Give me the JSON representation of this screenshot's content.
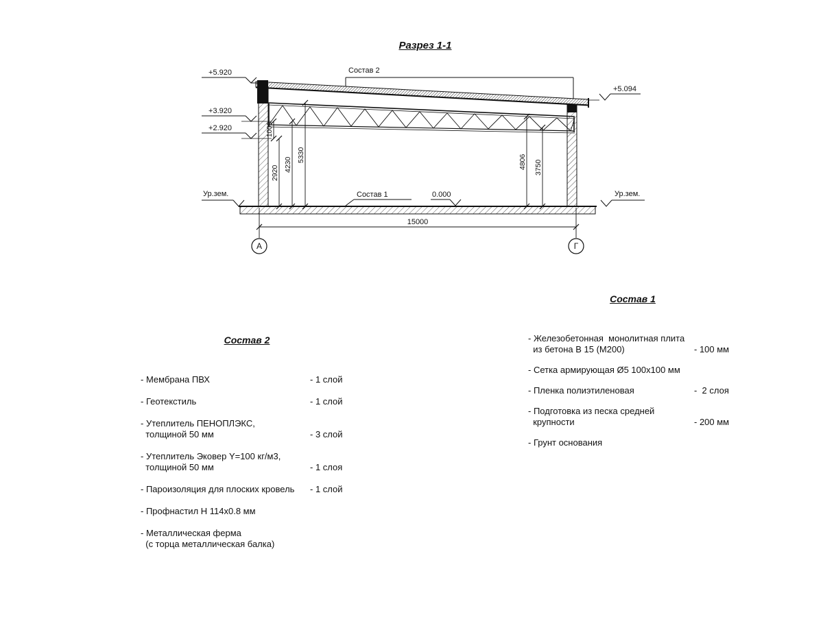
{
  "drawing": {
    "title": "Разрез 1-1",
    "callout_roof": "Состав 2",
    "callout_floor": "Состав 1",
    "elev_left_top": "+5.920",
    "elev_left_mid": "+3.920",
    "elev_left_low": "+2.920",
    "elev_right_top": "+5.094",
    "elev_zero": "0.000",
    "ground_left": "Ур.зем.",
    "ground_right": "Ур.зем.",
    "dim_1000": "1000",
    "dim_2920": "2920",
    "dim_4230": "4230",
    "dim_5330": "5330",
    "dim_4806": "4806",
    "dim_3750": "3750",
    "dim_span": "15000",
    "axis_left": "А",
    "axis_right": "Г"
  },
  "sostav2": {
    "title": "Состав 2",
    "items": [
      {
        "name": "- Мембрана ПВХ",
        "qty": "- 1 слой"
      },
      {
        "name": "- Геотекстиль",
        "qty": "- 1 слой"
      },
      {
        "name": "- Утеплитель ПЕНОПЛЭКС,\n  толщиной 50 мм",
        "qty": "- 3 слой"
      },
      {
        "name": "- Утеплитель Эковер Y=100 кг/м3,\n  толщиной 50 мм",
        "qty": "- 1 слоя"
      },
      {
        "name": "- Пароизоляция для плоских кровель",
        "qty": "- 1 слой"
      },
      {
        "name": "- Профнастил Н 114х0.8 мм",
        "qty": ""
      },
      {
        "name": "- Металлическая ферма\n  (с торца металлическая балка)",
        "qty": ""
      }
    ]
  },
  "sostav1": {
    "title": "Состав 1",
    "items": [
      {
        "name": "- Железобетонная  монолитная плита\n  из бетона В 15 (М200)",
        "qty": "- 100 мм"
      },
      {
        "name": "- Сетка армирующая Ø5 100х100 мм",
        "qty": ""
      },
      {
        "name": "- Пленка полиэтиленовая",
        "qty": "-  2 слоя"
      },
      {
        "name": "- Подготовка из песка средней\n  крупности",
        "qty": "- 200 мм"
      },
      {
        "name": "- Грунт основания",
        "qty": ""
      }
    ]
  }
}
